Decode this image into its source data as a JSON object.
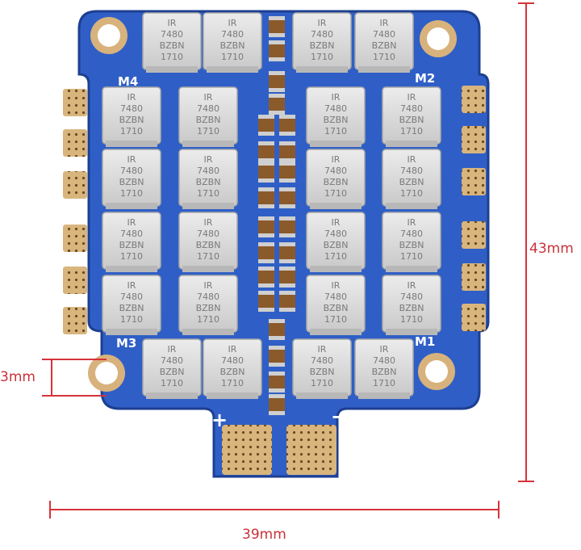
{
  "board": {
    "motor_labels": [
      "M4",
      "M2",
      "M3",
      "M1"
    ],
    "polarity": {
      "plus": "+",
      "minus": "−"
    },
    "chip": {
      "logo": "IR",
      "line1": "7480",
      "line2": "BZBN",
      "line3": "1710"
    }
  },
  "dimensions": {
    "height": "43mm",
    "width": "39mm",
    "hole": "3mm"
  },
  "colors": {
    "pcb": "#2f5fc6",
    "pcb_dark": "#1d3f91",
    "pad": "#d8b27c",
    "chip": "#dcdcdc",
    "capacitor": "#8b5a2b",
    "dimension_line": "#d6333b"
  }
}
